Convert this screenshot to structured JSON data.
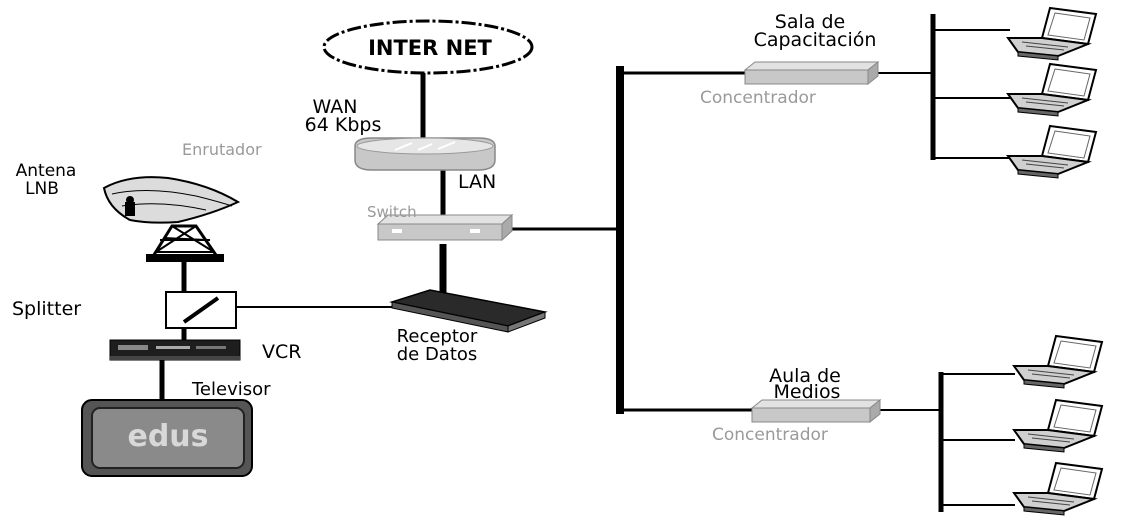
{
  "labels": {
    "internet": "INTER NET",
    "wan_line1": "WAN",
    "wan_line2": "64 Kbps",
    "router": "Enrutador",
    "lan": "LAN",
    "switch": "Switch",
    "antenna_line1": "Antena",
    "antenna_line2": "LNB",
    "splitter": "Splitter",
    "vcr": "VCR",
    "television": "Televisor",
    "tv_screen_text": "edus",
    "receiver_line1": "Receptor",
    "receiver_line2": "de Datos",
    "training_room_line1": "Sala de",
    "training_room_line2": "Capacitación",
    "media_room_line1": "Aula de",
    "media_room_line2": "Medios",
    "hub_top": "Concentrador",
    "hub_bottom": "Concentrador"
  },
  "colors": {
    "line": "#000000",
    "device_grey": "#c8c8c8",
    "device_dark": "#2a2a2a",
    "label_grey": "#9a9a9a"
  }
}
